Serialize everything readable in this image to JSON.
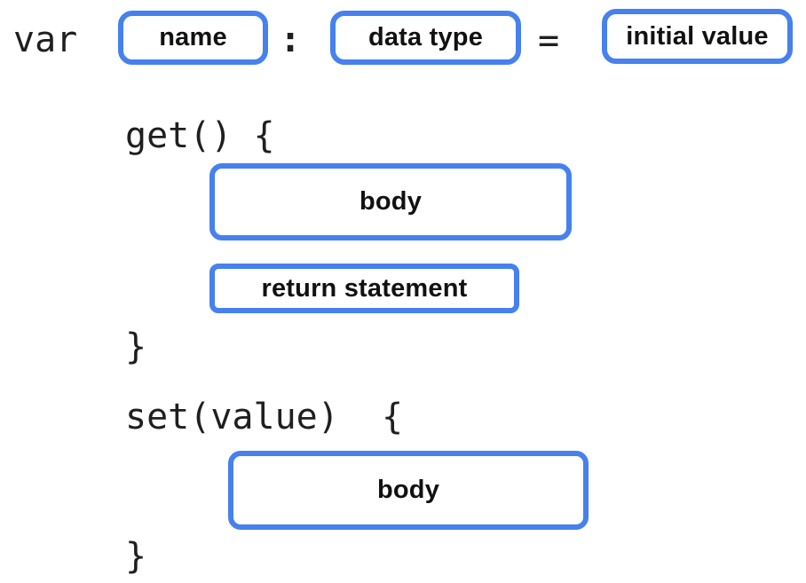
{
  "colors": {
    "box_border": "#4681ee",
    "code_text": "#1f1f1f",
    "label_text": "#111111",
    "background": "#ffffff"
  },
  "code": {
    "var_keyword": "var",
    "colon": ":",
    "equals": "=",
    "getter_open": "get() {",
    "getter_close": "}",
    "setter_open": "set(value)  {",
    "setter_close": "}"
  },
  "slots": {
    "name": "name",
    "data_type": "data type",
    "initial_value": "initial value",
    "getter_body": "body",
    "return_statement": "return statement",
    "setter_body": "body"
  }
}
